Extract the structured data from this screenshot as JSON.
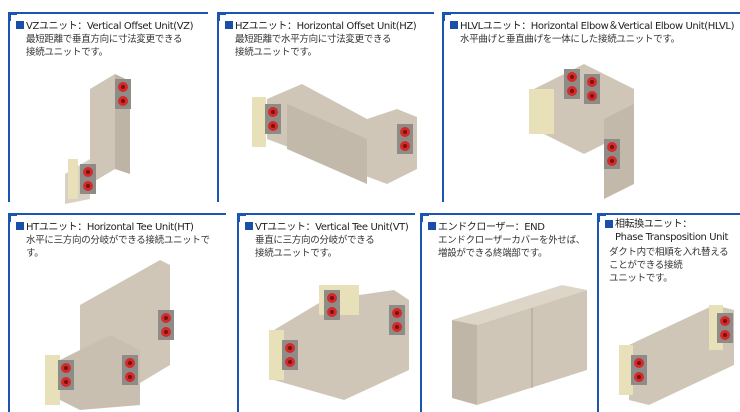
{
  "panels": [
    {
      "title": "VZユニット：Vertical Offset Unit(VZ)",
      "desc": "最短距離で垂直方向に寸法変更できる\n接続ユニットです。"
    },
    {
      "title": "HZユニット：Horizontal Offset Unit(HZ)",
      "desc": "最短距離で水平方向に寸法変更できる\n接続ユニットです。"
    },
    {
      "title": "HLVLユニット：Horizontal Elbow＆Vertical Elbow Unit(HLVL)",
      "desc": "水平曲げと垂直曲げを一体にした接続ユニットです。"
    },
    {
      "title": "HTユニット：Horizontal Tee Unit(HT)",
      "desc": "水平に三方向の分岐ができる接続ユニットです。"
    },
    {
      "title": "VTユニット：Vertical Tee Unit(VT)",
      "desc": "垂直に三方向の分岐ができる\n接続ユニットです。"
    },
    {
      "title": "エンドクローザー：END",
      "desc": "エンドクローザーカバーを外せば、\n増設ができる終端部です。"
    },
    {
      "title": "相転換ユニット：\nPhase Transposition Unit",
      "desc": "ダクト内で相順を入れ替える\nことができる接続\nユニットです。"
    }
  ],
  "colors": {
    "accent": "#1a55b0",
    "housing": "#cfc6b8",
    "connector": "#d42a2a"
  }
}
